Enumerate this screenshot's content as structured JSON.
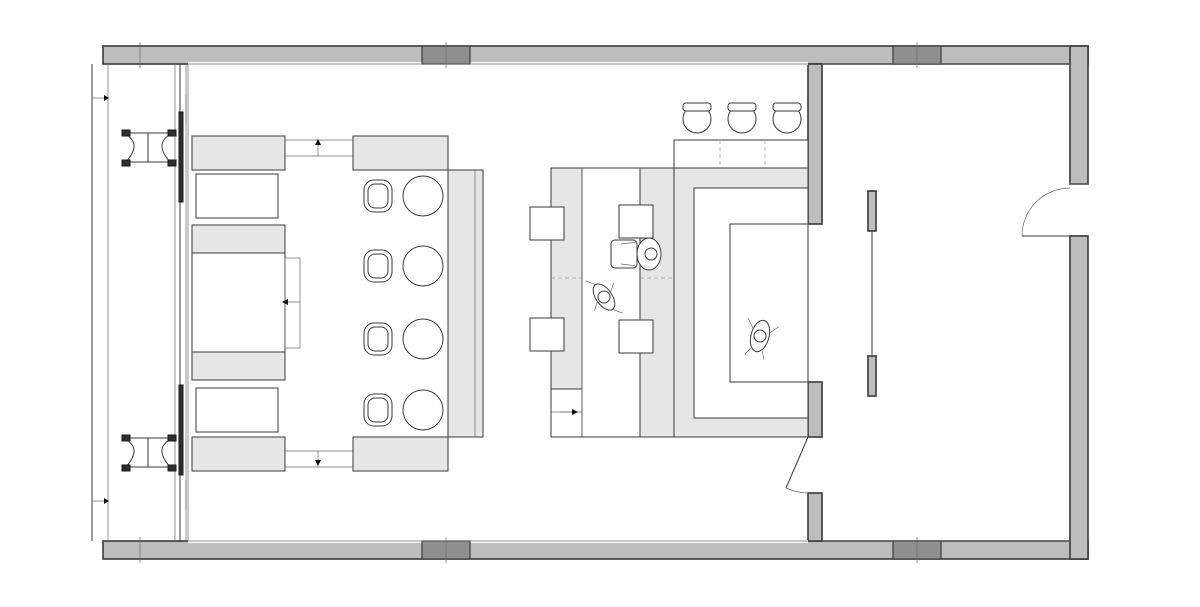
{
  "palette": {
    "background": "#ffffff",
    "wall_fill": "#bdbdbd",
    "column_fill": "#8f8f8f",
    "line": "#3a3a3a",
    "cushion_fill": "#e6e6e6"
  },
  "plan_elements": {
    "walls": "exterior-wall",
    "doors": [
      "entry-door",
      "inner-door"
    ],
    "furniture": [
      "sofa",
      "bar-stool",
      "round-table",
      "armchair",
      "counter",
      "side-table"
    ],
    "people_icons": [
      "person-seated",
      "person-walking",
      "person-standing"
    ],
    "icons": [
      "direction-arrow-icon",
      "tripod-icon"
    ]
  }
}
